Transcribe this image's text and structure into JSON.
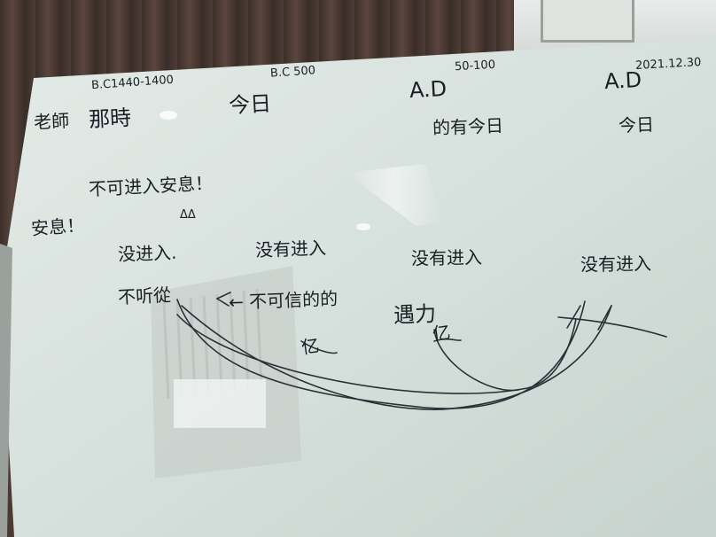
{
  "whiteboard": {
    "dates": {
      "bc1": "B.C1440-1400",
      "bc2": "B.C 500",
      "ad1_range": "50-100",
      "ad1": "A.D",
      "ad2_date": "2021.12.30",
      "ad2": "A.D"
    },
    "row1": {
      "label": "老師",
      "col1": "那時",
      "col2": "今日",
      "col3": "的有今日",
      "col4": "今日"
    },
    "heading": "不可进入安息！",
    "triangles": "ΔΔ",
    "rest_label": "安息！",
    "row2": {
      "col1": "没进入.",
      "col2": "没有进入",
      "col3": "没有进入",
      "col4": "没有进入"
    },
    "row3": {
      "col1": "不听從",
      "arrow_text": "← 不可信的的",
      "col3": "遇力",
      "mark1": "亿",
      "mark2": "亿"
    }
  },
  "colors": {
    "ink": "#1a1f24",
    "board": "#d9e3df",
    "curtain": "#4a3a33"
  }
}
